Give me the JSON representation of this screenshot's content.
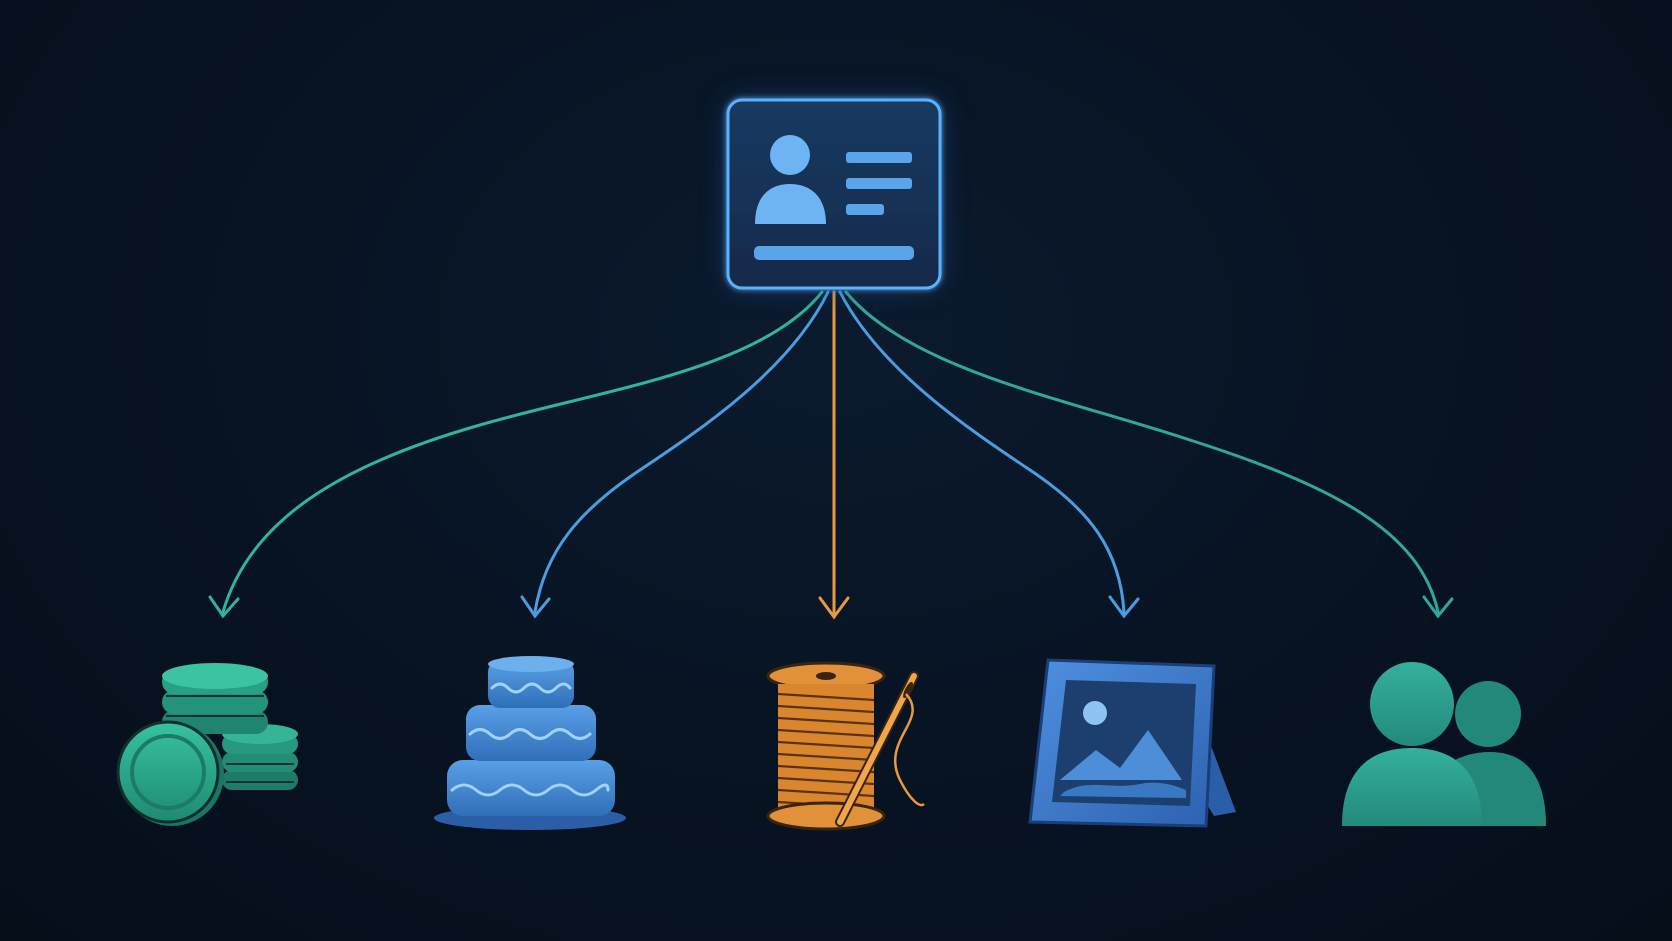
{
  "diagram": {
    "hub": {
      "icon": "id-card-icon",
      "color": "#4ea8f0",
      "glow": "#2f8cf0"
    },
    "targets": [
      {
        "id": "coins",
        "icon": "coin-stack-icon",
        "color": "#2fa88e"
      },
      {
        "id": "cake",
        "icon": "layer-cake-icon",
        "color": "#3f86d0"
      },
      {
        "id": "thread",
        "icon": "thread-spool-needle-icon",
        "color": "#e0913a"
      },
      {
        "id": "frame",
        "icon": "picture-frame-icon",
        "color": "#3c7ad0"
      },
      {
        "id": "people",
        "icon": "people-group-icon",
        "color": "#2a9a8e"
      }
    ],
    "connectors": [
      {
        "from": "hub",
        "to": "coins",
        "color": "#2fb59a"
      },
      {
        "from": "hub",
        "to": "cake",
        "color": "#4a9ee0"
      },
      {
        "from": "hub",
        "to": "thread",
        "color": "#e89a3c"
      },
      {
        "from": "hub",
        "to": "frame",
        "color": "#4a9ee0"
      },
      {
        "from": "hub",
        "to": "people",
        "color": "#2fa89a"
      }
    ]
  }
}
